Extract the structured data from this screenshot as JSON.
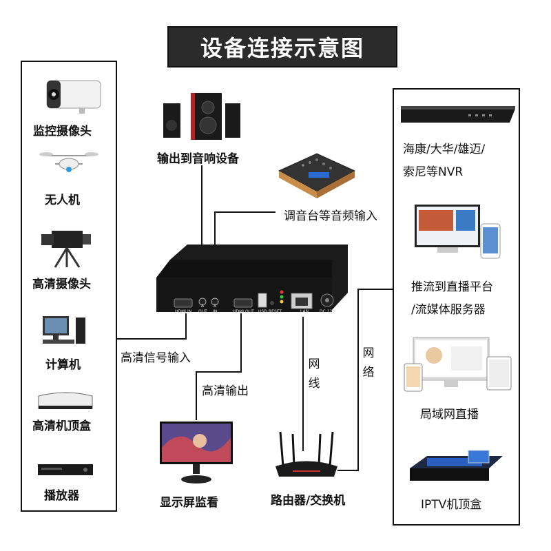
{
  "title": "设备连接示意图",
  "left_panel": {
    "items": [
      {
        "label": "监控摄像头",
        "icon": "security-camera-icon"
      },
      {
        "label": "无人机",
        "icon": "drone-icon"
      },
      {
        "label": "高清摄像头",
        "icon": "video-camera-icon"
      },
      {
        "label": "计算机",
        "icon": "computer-icon"
      },
      {
        "label": "高清机顶盒",
        "icon": "set-top-box-icon"
      },
      {
        "label": "播放器",
        "icon": "media-player-icon"
      }
    ]
  },
  "right_panel": {
    "nvr_line1": "海康/大华/雄迈/",
    "nvr_line2": "索尼等NVR",
    "stream_line1": "推流到直播平台",
    "stream_line2": "/流媒体服务器",
    "lan_live": "局域网直播",
    "iptv": "IPTV机顶盒"
  },
  "center": {
    "audio_out": "输出到音响设备",
    "audio_in": "调音台等音频输入",
    "hdmi_in_label": "高清信号输入",
    "hdmi_out_label": "高清输出",
    "network_cable_1": "网",
    "network_cable_2": "线",
    "network_1": "网",
    "network_2": "络",
    "monitor_label": "显示屏监看",
    "router_label": "路由器/交换机"
  },
  "device_ports": {
    "hdmi_in": "HDMI IN",
    "a_out_1": "A",
    "a_out_2": "OUT",
    "a_in_1": "A",
    "a_in_2": "IN",
    "hdmi_out": "HDMI OUT",
    "usb": "USB",
    "reset": "RESET",
    "lan": "LAN",
    "dc": "DC 12V"
  }
}
